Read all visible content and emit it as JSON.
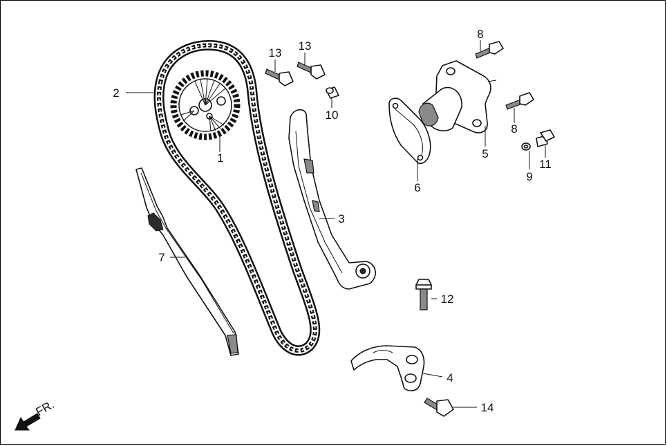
{
  "callouts": [
    {
      "id": "c1",
      "text": "1"
    },
    {
      "id": "c2",
      "text": "2"
    },
    {
      "id": "c3",
      "text": "3"
    },
    {
      "id": "c4",
      "text": "4"
    },
    {
      "id": "c5",
      "text": "5"
    },
    {
      "id": "c6",
      "text": "6"
    },
    {
      "id": "c7",
      "text": "7"
    },
    {
      "id": "c8a",
      "text": "8"
    },
    {
      "id": "c8b",
      "text": "8"
    },
    {
      "id": "c9",
      "text": "9"
    },
    {
      "id": "c10",
      "text": "10"
    },
    {
      "id": "c11",
      "text": "11"
    },
    {
      "id": "c12",
      "text": "12"
    },
    {
      "id": "c13a",
      "text": "13"
    },
    {
      "id": "c13b",
      "text": "13"
    },
    {
      "id": "c14",
      "text": "14"
    }
  ],
  "direction": {
    "label": "FR."
  },
  "colors": {
    "line": "#111111",
    "background": "#ffffff",
    "shade": "#8a8a8a"
  }
}
